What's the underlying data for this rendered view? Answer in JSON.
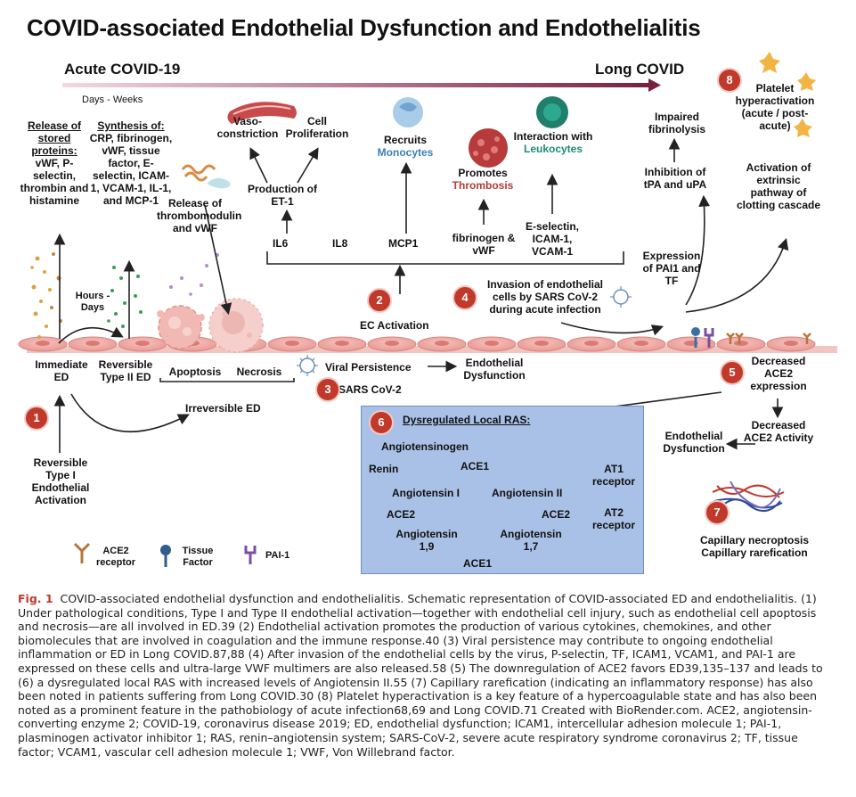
{
  "title": "COVID-associated Endothelial Dysfunction and Endothelialitis",
  "timeline": {
    "start": "Acute COVID-19",
    "end": "Long COVID",
    "duration": "Days - Weeks"
  },
  "left": {
    "release_title": "Release of stored proteins:",
    "release_items": "vWF, P-selectin, thrombin and histamine",
    "synthesis_title": "Synthesis of:",
    "synthesis_items": "CRP, fibrinogen, vWF, tissue factor, E-selectin, ICAM-1, VCAM-1, IL-1, and MCP-1",
    "hours_days": "Hours - Days",
    "immediate_ed": "Immediate ED",
    "reversible_type2": "Reversible Type II ED",
    "reversible_type1": "Reversible Type I Endothelial Activation",
    "irreversible": "Irreversible ED",
    "apoptosis": "Apoptosis",
    "necrosis": "Necrosis",
    "release_thrombo": "Release of thrombomodulin and vWF"
  },
  "top": {
    "vaso": "Vaso-constriction",
    "cell_prolif": "Cell Proliferation",
    "production_et1": "Production of ET-1",
    "il6": "IL6",
    "il8": "IL8",
    "mcp1": "MCP1",
    "recruits": "Recruits",
    "monocytes": "Monocytes",
    "promotes": "Promotes",
    "thrombosis": "Thrombosis",
    "fibrinogen": "fibrinogen & vWF",
    "interaction": "Interaction with",
    "leukocytes": "Leukocytes",
    "eselectin": "E-selectin, ICAM-1, VCAM-1",
    "ec_activation": "EC Activation",
    "invasion": "Invasion of endothelial cells by SARS CoV-2 during acute infection"
  },
  "right": {
    "impaired": "Impaired fibrinolysis",
    "inhibition": "Inhibition of tPA and uPA",
    "expression": "Expression of PAI1 and TF",
    "platelet": "Platelet hyperactivation (acute / post-acute)",
    "extrinsic": "Activation of extrinsic pathway of clotting cascade",
    "decreased_expr": "Decreased ACE2 expression",
    "decreased_act": "Decreased ACE2 Activity",
    "endo_dys": "Endothelial Dysfunction",
    "capillary": "Capillary necroptosis Capillary rarefication"
  },
  "middle": {
    "viral_persistence": "Viral Persistence",
    "endothelial_dysfunction": "Endothelial Dysfunction",
    "sars": "SARS CoV-2"
  },
  "ras": {
    "title": "Dysregulated Local RAS:",
    "angiotensinogen": "Angiotensinogen",
    "renin": "Renin",
    "ace1_top": "ACE1",
    "ang1": "Angiotensin I",
    "ang2": "Angiotensin II",
    "at1": "AT1 receptor",
    "at2": "AT2 receptor",
    "ace2_left": "ACE2",
    "ace2_right": "ACE2",
    "ang19": "Angiotensin 1,9",
    "ang17": "Angiotensin 1,7",
    "ace1_bottom": "ACE1"
  },
  "legend": {
    "ace2": "ACE2 receptor",
    "tissue": "Tissue Factor",
    "pai": "PAI-1"
  },
  "numbers": [
    "1",
    "2",
    "3",
    "4",
    "5",
    "6",
    "7",
    "8"
  ],
  "caption": {
    "fig": "Fig. 1",
    "text": "COVID-associated endothelial dysfunction and endothelialitis. Schematic representation of COVID-associated ED and endothelialitis. (1) Under pathological conditions, Type I and Type II endothelial activation—together with endothelial cell injury, such as endothelial cell apoptosis and necrosis—are all involved in ED.39 (2) Endothelial activation promotes the production of various cytokines, chemokines, and other biomolecules that are involved in coagulation and the immune response.40 (3) Viral persistence may contribute to ongoing endothelial inflammation or ED in Long COVID.87,88 (4) After invasion of the endothelial cells by the virus, P-selectin, TF, ICAM1, VCAM1, and PAI-1 are expressed on these cells and ultra-large VWF multimers are also released.58 (5) The downregulation of ACE2 favors ED39,135–137 and leads to (6) a dysregulated local RAS with increased levels of Angiotensin II.55 (7) Capillary rarefication (indicating an inflammatory response) has also been noted in patients suffering from Long COVID.30 (8) Platelet hyperactivation is a key feature of a hypercoagulable state and has also been noted as a prominent feature in the pathobiology of acute infection68,69 and Long COVID.71 Created with BioRender.com. ACE2, angiotensin-converting enzyme 2; COVID-19, coronavirus disease 2019; ED, endothelial dysfunction; ICAM1, intercellular adhesion molecule 1; PAI-1, plasminogen activator inhibitor 1; RAS, renin–angiotensin system; SARS-CoV-2, severe acute respiratory syndrome coronavirus 2; TF, tissue factor; VCAM1, vascular cell adhesion molecule 1; VWF, Von Willebrand factor."
  }
}
